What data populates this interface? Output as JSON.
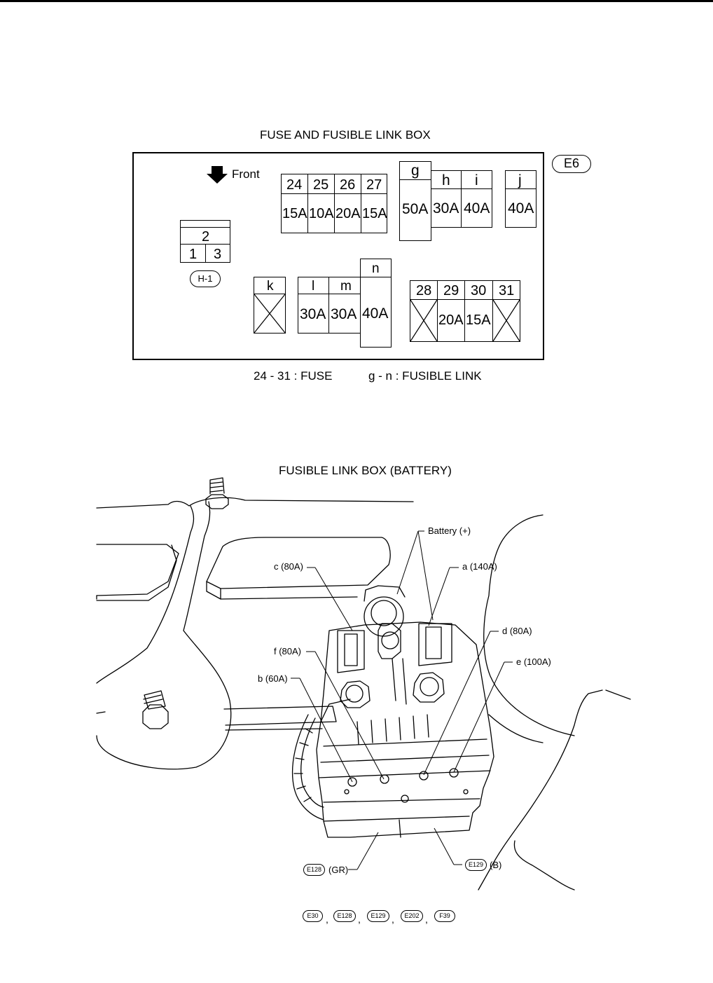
{
  "upper": {
    "title": "FUSE AND FUSIBLE LINK BOX",
    "connector_badge": "E6",
    "front_label": "Front",
    "relay": {
      "top": "2",
      "left": "1",
      "right": "3",
      "badge": "H-1"
    },
    "fuses_top": [
      {
        "no": "24",
        "rating": "15A"
      },
      {
        "no": "25",
        "rating": "10A"
      },
      {
        "no": "26",
        "rating": "20A"
      },
      {
        "no": "27",
        "rating": "15A"
      }
    ],
    "links_top": [
      {
        "id": "g",
        "rating": "50A"
      },
      {
        "id": "h",
        "rating": "30A"
      },
      {
        "id": "i",
        "rating": "40A"
      },
      {
        "id": "j",
        "rating": "40A"
      }
    ],
    "links_bottom": [
      {
        "id": "k",
        "rating": ""
      },
      {
        "id": "l",
        "rating": "30A"
      },
      {
        "id": "m",
        "rating": "30A"
      },
      {
        "id": "n",
        "rating": "40A"
      }
    ],
    "fuses_bottom": [
      {
        "no": "28",
        "rating": ""
      },
      {
        "no": "29",
        "rating": "20A"
      },
      {
        "no": "30",
        "rating": "15A"
      },
      {
        "no": "31",
        "rating": ""
      }
    ],
    "legend_fuse": "24 - 31 : FUSE",
    "legend_link": "g - n : FUSIBLE LINK"
  },
  "lower": {
    "title": "FUSIBLE LINK BOX (BATTERY)",
    "callouts": {
      "battery": "Battery (+)",
      "a": "a (140A)",
      "c": "c (80A)",
      "d": "d (80A)",
      "e": "e (100A)",
      "f": "f (80A)",
      "b": "b (60A)"
    },
    "conn_gr": {
      "badge": "E128",
      "color": "(GR)"
    },
    "conn_b": {
      "badge": "E129",
      "color": "(B)"
    },
    "connector_list": [
      "E30",
      "E128",
      "E129",
      "E202",
      "F39"
    ],
    "separator": ","
  }
}
